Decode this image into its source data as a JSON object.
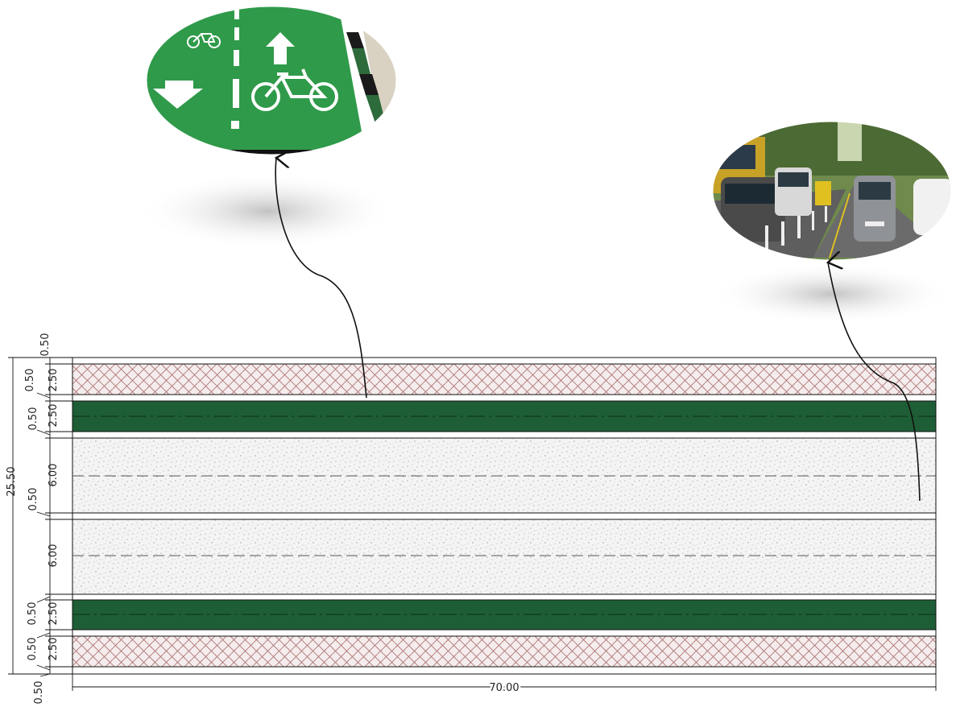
{
  "drawing": {
    "total_width_label": "70.00",
    "total_height_label": "25.50",
    "rows": [
      {
        "id": "edge-top",
        "type": "curb",
        "height": "0.50"
      },
      {
        "id": "sidewalk-top",
        "type": "sidewalk",
        "height": "2.50"
      },
      {
        "id": "buffer-1",
        "type": "curb",
        "height": "0.50"
      },
      {
        "id": "bike-top",
        "type": "bike-lane",
        "height": "2.50"
      },
      {
        "id": "buffer-2",
        "type": "curb",
        "height": "0.50"
      },
      {
        "id": "road-top",
        "type": "roadway",
        "height": "6.00"
      },
      {
        "id": "median",
        "type": "curb",
        "height": "0.50"
      },
      {
        "id": "road-bottom",
        "type": "roadway",
        "height": "6.00"
      },
      {
        "id": "buffer-3",
        "type": "curb",
        "height": "0.50"
      },
      {
        "id": "bike-bottom",
        "type": "bike-lane",
        "height": "2.50"
      },
      {
        "id": "buffer-4",
        "type": "curb",
        "height": "0.50"
      },
      {
        "id": "sidewalk-bottom",
        "type": "sidewalk",
        "height": "2.50"
      },
      {
        "id": "edge-bottom",
        "type": "curb",
        "height": "0.50"
      }
    ],
    "colors": {
      "bike_lane": "#1e5e36",
      "sidewalk_pattern": "#b07878",
      "road_speckle": "#9a9a9a",
      "outline": "#111111"
    }
  },
  "callouts": [
    {
      "id": "bike-lane-photo",
      "icon": "bike-lane-photo",
      "target": "bike-top"
    },
    {
      "id": "traffic-photo",
      "icon": "traffic-street-photo",
      "target": "road-top"
    }
  ]
}
